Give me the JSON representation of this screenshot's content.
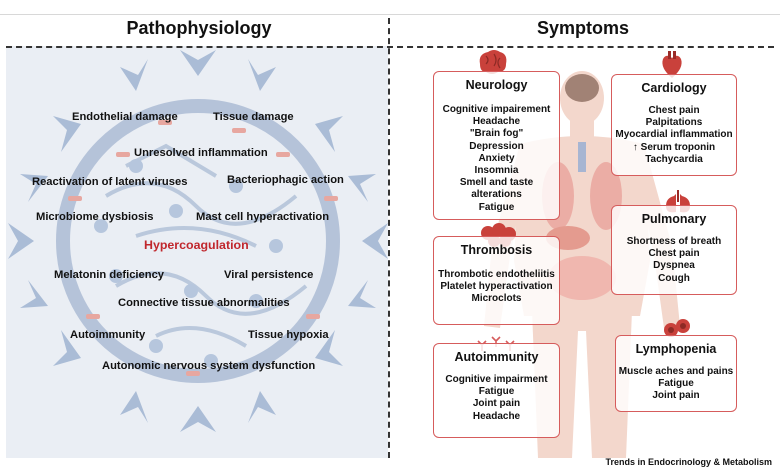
{
  "headers": {
    "left": "Pathophysiology",
    "right": "Symptoms"
  },
  "pathophysiology": {
    "center": "Hypercoagulation",
    "labels": [
      "Endothelial damage",
      "Tissue damage",
      "Unresolved inflammation",
      "Reactivation of latent viruses",
      "Bacteriophagic action",
      "Microbiome dysbiosis",
      "Mast cell hyperactivation",
      "Melatonin deficiency",
      "Viral persistence",
      "Connective tissue abnormalities",
      "Autoimmunity",
      "Tissue hypoxia",
      "Autonomic nervous system dysfunction"
    ]
  },
  "symptoms": {
    "neurology": {
      "title": "Neurology",
      "items": [
        "Cognitive impairement",
        "Headache",
        "\"Brain fog\"",
        "Depression",
        "Anxiety",
        "Insomnia",
        "Smell and taste",
        "alterations",
        "Fatigue"
      ]
    },
    "thrombosis": {
      "title": "Thrombosis",
      "items": [
        "Thrombotic endotheliitis",
        "Platelet hyperactivation",
        "Microclots"
      ]
    },
    "autoimmunity": {
      "title": "Autoimmunity",
      "items": [
        "Cognitive impairment",
        "Fatigue",
        "Joint pain",
        "Headache"
      ]
    },
    "cardiology": {
      "title": "Cardiology",
      "items": [
        "Chest pain",
        "Palpitations",
        "Myocardial inflammation",
        "↑ Serum troponin",
        "Tachycardia"
      ]
    },
    "pulmonary": {
      "title": "Pulmonary",
      "items": [
        "Shortness of breath",
        "Chest pain",
        "Dyspnea",
        "Cough"
      ]
    },
    "lymphopenia": {
      "title": "Lymphopenia",
      "items": [
        "Muscle aches and pains",
        "Fatigue",
        "Joint pain"
      ]
    }
  },
  "credit": "Trends in Endocrinology & Metabolism",
  "colors": {
    "accent": "#c0272d",
    "box_border": "#d65c5c",
    "left_bg": "#eaeef4",
    "virus": "#9fb3cf"
  }
}
